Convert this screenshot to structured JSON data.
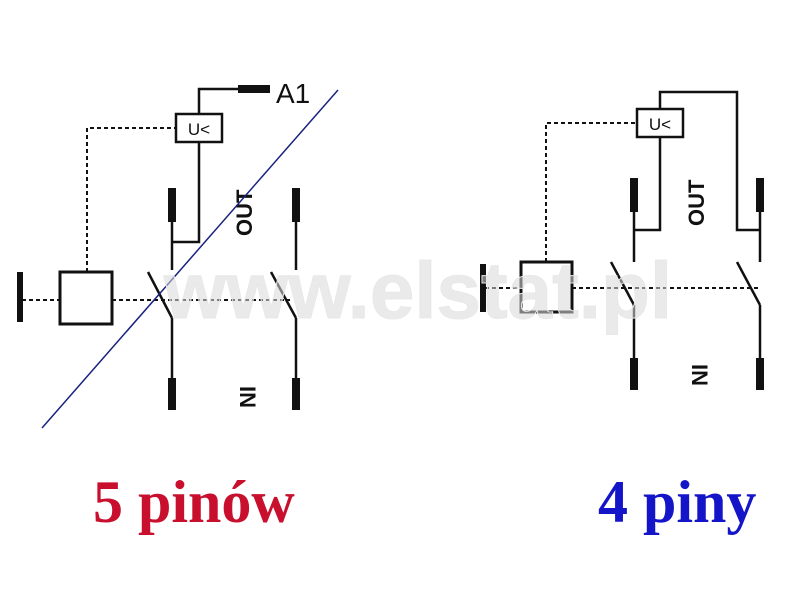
{
  "diagrams": [
    {
      "terminal_label": "A1",
      "relay_label": "U<",
      "out_label": "OUT",
      "in_label": "IN",
      "caption": "5 pinów",
      "caption_color": "#c8102e",
      "crossed_out": true,
      "cross_color": "#1a237e"
    },
    {
      "relay_label": "U<",
      "out_label": "OUT",
      "in_label": "IN",
      "caption": "4 piny",
      "caption_color": "#1414c8",
      "crossed_out": false
    }
  ],
  "watermark": "www.elstat.pl"
}
